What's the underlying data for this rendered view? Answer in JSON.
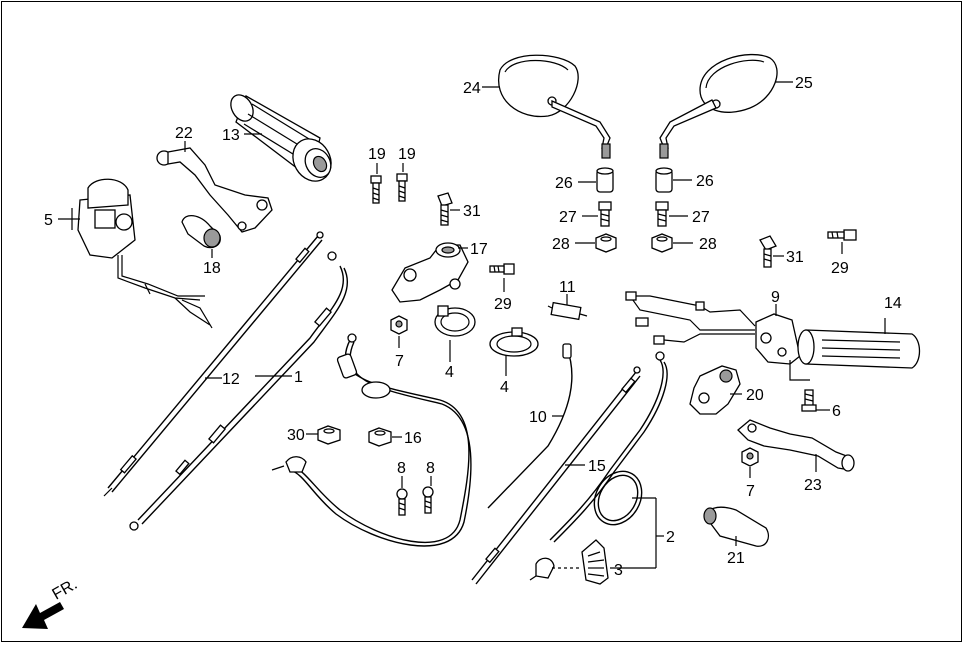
{
  "diagram": {
    "direction_label": "FR.",
    "labels": {
      "p1": "1",
      "p2": "2",
      "p3": "3",
      "p4a": "4",
      "p4b": "4",
      "p5": "5",
      "p6": "6",
      "p7a": "7",
      "p7b": "7",
      "p8a": "8",
      "p8b": "8",
      "p9": "9",
      "p10": "10",
      "p11": "11",
      "p12": "12",
      "p13": "13",
      "p14": "14",
      "p15": "15",
      "p16": "16",
      "p17": "17",
      "p18": "18",
      "p19a": "19",
      "p19b": "19",
      "p20": "20",
      "p21": "21",
      "p22": "22",
      "p23": "23",
      "p24": "24",
      "p25": "25",
      "p26a": "26",
      "p26b": "26",
      "p27a": "27",
      "p27b": "27",
      "p28a": "28",
      "p28b": "28",
      "p29a": "29",
      "p29b": "29",
      "p30": "30",
      "p31a": "31",
      "p31b": "31"
    }
  }
}
